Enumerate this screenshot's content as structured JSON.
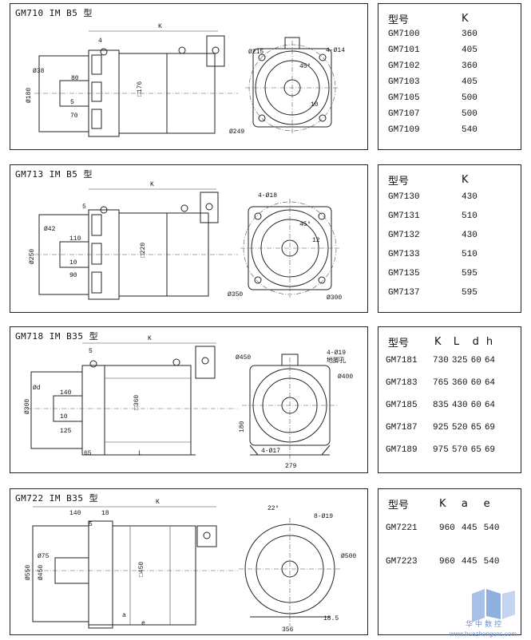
{
  "sections": [
    {
      "title": "GM710 IM B5 型",
      "dims": {
        "K": "K",
        "ring1": "Ø215",
        "bolt": "4-Ø14",
        "shaft": "Ø38",
        "len1": "80",
        "body": "Ø180",
        "key": "5",
        "len2": "70",
        "sq": "□176",
        "circle": "Ø249",
        "s": "4",
        "angle": "45°",
        "r": "10"
      },
      "table": {
        "headers": [
          "型号",
          "K"
        ],
        "rows": [
          [
            "GM7100",
            "360"
          ],
          [
            "GM7101",
            "405"
          ],
          [
            "GM7102",
            "360"
          ],
          [
            "GM7103",
            "405"
          ],
          [
            "GM7105",
            "500"
          ],
          [
            "GM7107",
            "500"
          ],
          [
            "GM7109",
            "540"
          ]
        ]
      }
    },
    {
      "title": "GM713 IM B5 型",
      "dims": {
        "K": "K",
        "bolt": "4-Ø18",
        "shaft": "Ø42",
        "len1": "110",
        "body": "Ø250",
        "key": "10",
        "len2": "90",
        "sq": "□220",
        "circle": "Ø350",
        "ring": "Ø300",
        "s": "5",
        "angle": "45°",
        "r": "12"
      },
      "table": {
        "headers": [
          "型号",
          "K"
        ],
        "rows": [
          [
            "GM7130",
            "430"
          ],
          [
            "GM7131",
            "510"
          ],
          [
            "GM7132",
            "430"
          ],
          [
            "GM7133",
            "510"
          ],
          [
            "GM7135",
            "595"
          ],
          [
            "GM7137",
            "595"
          ]
        ]
      }
    },
    {
      "title": "GM718 IM B35 型",
      "dims": {
        "K": "K",
        "ring1": "Ø450",
        "bolt": "4-Ø19",
        "bolt2": "地脚孔",
        "shaft": "Ød",
        "len1": "140",
        "body": "Ø300",
        "sq": "□360",
        "key": "10",
        "len2": "125",
        "foot": "65",
        "L": "L",
        "ring2": "Ø400",
        "h": "180",
        "boltf": "4-Ø17",
        "w": "279",
        "s": "5"
      },
      "table": {
        "headers": [
          "型号",
          "K",
          "L",
          "d",
          "h"
        ],
        "rows": [
          [
            "GM7181",
            "730",
            "325",
            "60",
            "64"
          ],
          [
            "GM7183",
            "765",
            "360",
            "60",
            "64"
          ],
          [
            "GM7185",
            "835",
            "430",
            "60",
            "64"
          ],
          [
            "GM7187",
            "925",
            "520",
            "65",
            "69"
          ],
          [
            "GM7189",
            "975",
            "570",
            "65",
            "69"
          ]
        ]
      }
    },
    {
      "title": "GM722 IM B35 型",
      "dims": {
        "K": "K",
        "l1": "140",
        "l2": "18",
        "l3": "5",
        "shaft": "Ø75",
        "body1": "Ø550",
        "body2": "Ø450",
        "sq": "□450",
        "e": "e",
        "a": "a",
        "angle": "22°",
        "bolt": "8-Ø19",
        "ring": "Ø500",
        "w": "356",
        "t": "18.5"
      },
      "table": {
        "headers": [
          "型号",
          "K",
          "a",
          "e"
        ],
        "rows": [
          [
            "GM7221",
            "960",
            "445",
            "540"
          ],
          [
            "GM7223",
            "960",
            "445",
            "540"
          ]
        ]
      }
    }
  ],
  "logo": {
    "cn": "华中数控",
    "url": "www.huazhongcnc.com",
    "brand_color": "#6a8fc8"
  }
}
